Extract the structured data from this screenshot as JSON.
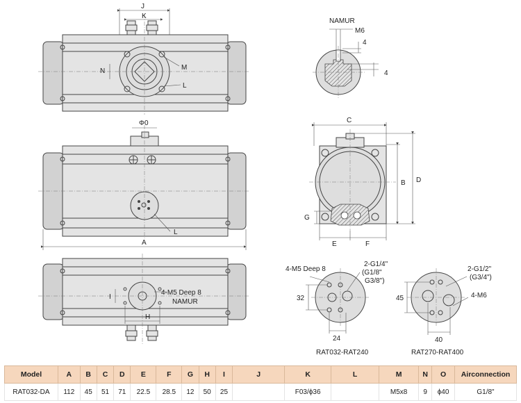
{
  "drawing": {
    "top_view": {
      "label_J": "J",
      "label_K": "K",
      "label_M": "M",
      "label_N": "N",
      "label_L": "L"
    },
    "side_view": {
      "label_phi0": "Φ0",
      "label_L": "L",
      "label_A": "A"
    },
    "bottom_view": {
      "label_4m5": "4-M5 Deep 8",
      "label_namur": "NAMUR",
      "label_I": "I",
      "label_H": "H"
    },
    "namur_detail": {
      "title": "NAMUR",
      "label_m6": "M6",
      "dim_4a": "4",
      "dim_4b": "4"
    },
    "end_view": {
      "label_C": "C",
      "label_B": "B",
      "label_D": "D",
      "label_G": "G",
      "label_E": "E",
      "label_F": "F"
    },
    "port_small": {
      "label_4m5": "4-M5 Deep 8",
      "label_g14": "2-G1/4\"",
      "label_g18": "(G1/8\"",
      "label_g38": "G3/8\")",
      "dim_32": "32",
      "dim_24": "24",
      "caption": "RAT032-RAT240"
    },
    "port_large": {
      "label_g12": "2-G1/2\"",
      "label_g34": "(G3/4\")",
      "label_4m6": "4-M6",
      "dim_45": "45",
      "dim_40": "40",
      "caption": "RAT270-RAT400"
    }
  },
  "table": {
    "headers": [
      "Model",
      "A",
      "B",
      "C",
      "D",
      "E",
      "F",
      "G",
      "H",
      "I",
      "J",
      "K",
      "L",
      "M",
      "N",
      "O",
      "Airconnection"
    ],
    "rows": [
      [
        "RAT032-DA",
        "112",
        "45",
        "51",
        "71",
        "22.5",
        "28.5",
        "12",
        "50",
        "25",
        "",
        "F03/ϕ36",
        "",
        "M5x8",
        "9",
        "ϕ40",
        "G1/8\""
      ]
    ]
  }
}
